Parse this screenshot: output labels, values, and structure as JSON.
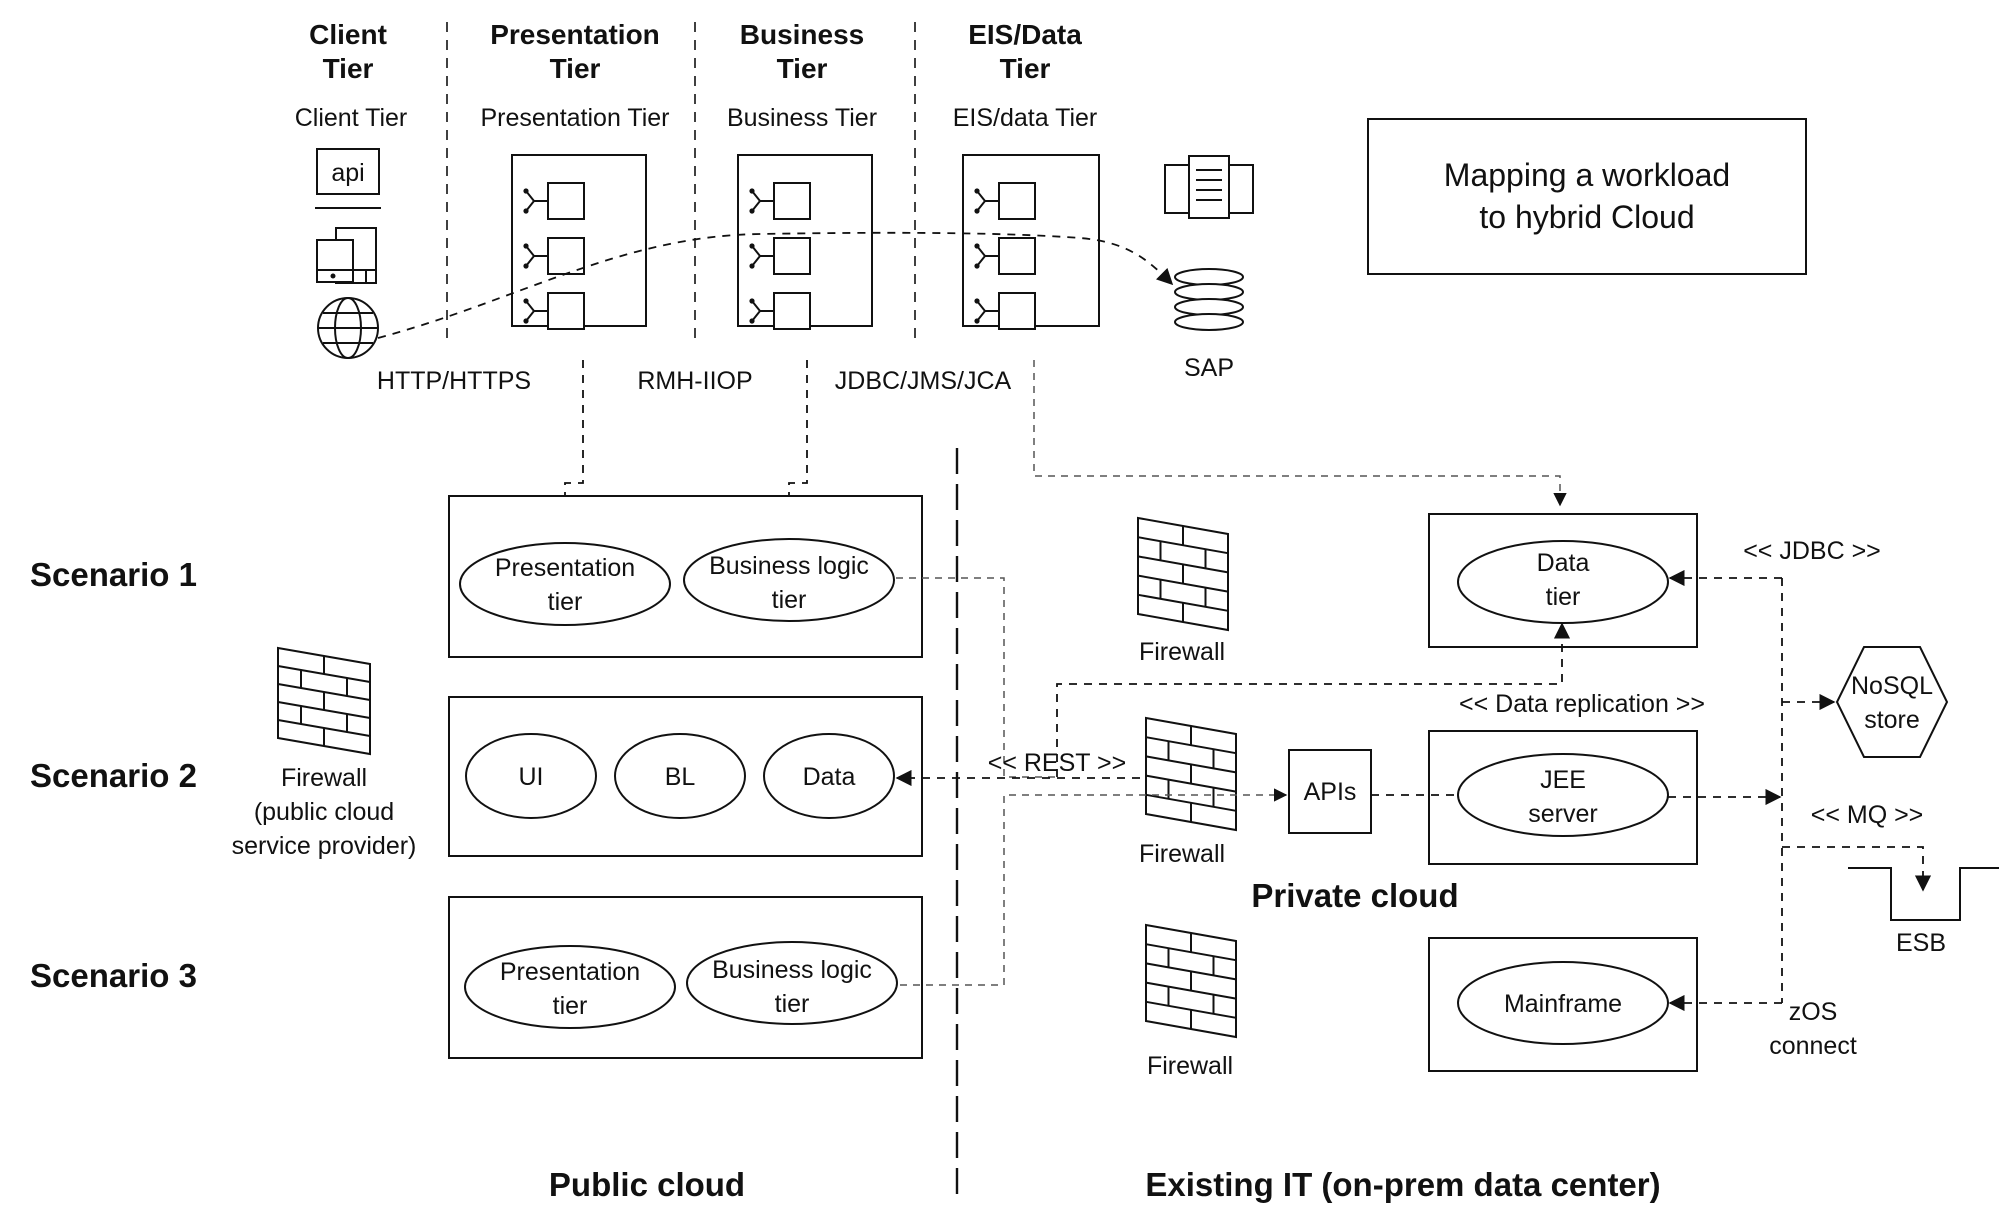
{
  "tiers": {
    "client": {
      "header": "Client\nTier",
      "label": "Client Tier"
    },
    "presentation": {
      "header": "Presentation\nTier",
      "label": "Presentation Tier"
    },
    "business": {
      "header": "Business\nTier",
      "label": "Business Tier"
    },
    "eis": {
      "header": "EIS/Data\nTier",
      "label": "EIS/data Tier"
    }
  },
  "client_icons": {
    "api_label": "api"
  },
  "protocols": {
    "http": "HTTP/HTTPS",
    "rmi": "RMH-IIOP",
    "jdbc": "JDBC/JMS/JCA"
  },
  "sap_label": "SAP",
  "title_box": {
    "line1": "Mapping a workload",
    "line2": "to hybrid Cloud"
  },
  "scenarios": {
    "s1": {
      "label": "Scenario 1",
      "left": [
        "Presentation",
        "tier"
      ],
      "right": [
        "Business logic",
        "tier"
      ]
    },
    "s2": {
      "label": "Scenario 2",
      "ui": "UI",
      "bl": "BL",
      "data": "Data"
    },
    "s3": {
      "label": "Scenario 3",
      "left": [
        "Presentation",
        "tier"
      ],
      "right": [
        "Business logic",
        "tier"
      ]
    }
  },
  "public_firewall": {
    "line1": "Firewall",
    "line2": "(public cloud",
    "line3": "service provider)"
  },
  "firewalls": {
    "top": "Firewall",
    "middle": "Firewall",
    "bottom": "Firewall"
  },
  "private": {
    "data_tier": [
      "Data",
      "tier"
    ],
    "jee_server": [
      "JEE",
      "server"
    ],
    "apis": "APIs",
    "mainframe": "Mainframe",
    "private_cloud_label": "Private cloud"
  },
  "connectors": {
    "jdbc": "<< JDBC >>",
    "data_replication": "<< Data replication >>",
    "rest": "<< REST >>",
    "mq": "<< MQ >>",
    "zos_line1": "zOS",
    "zos_line2": "connect"
  },
  "external": {
    "nosql_line1": "NoSQL",
    "nosql_line2": "store",
    "esb": "ESB"
  },
  "sections": {
    "public_cloud": "Public cloud",
    "existing_it": "Existing IT (on-prem data center)"
  }
}
